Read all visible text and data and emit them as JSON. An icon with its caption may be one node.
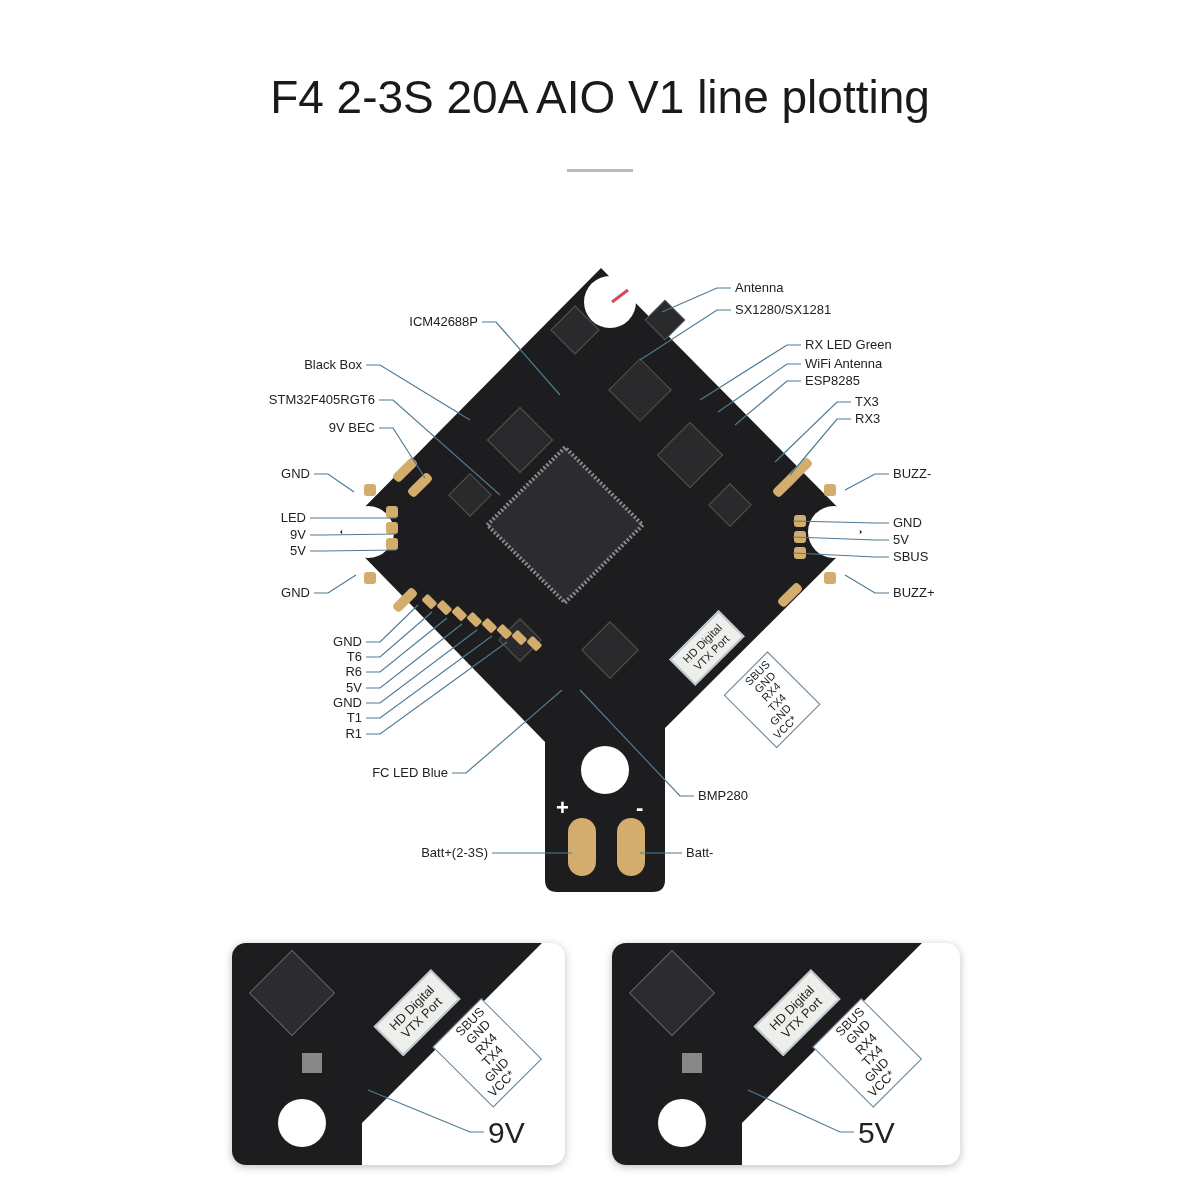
{
  "diagram": {
    "title": "F4 2-3S 20A AIO V1 line plotting",
    "nodes": [
      {
        "text": [
          "ICM42688P"
        ]
      },
      {
        "text": [
          "Antenna"
        ]
      },
      {
        "text": [
          "SX1280/SX1281"
        ]
      },
      {
        "text": [
          "RX LED Green"
        ]
      },
      {
        "text": [
          "Black Box"
        ]
      },
      {
        "text": [
          "WiFi Antenna"
        ]
      },
      {
        "text": [
          "ESP8285"
        ]
      },
      {
        "text": [
          "STM32F405RGT6"
        ]
      },
      {
        "text": [
          "TX3"
        ]
      },
      {
        "text": [
          "RX3"
        ]
      },
      {
        "text": [
          "9V BEC"
        ]
      },
      {
        "text": [
          "GND"
        ]
      },
      {
        "text": [
          "BUZZ-"
        ]
      },
      {
        "text": [
          "LED"
        ]
      },
      {
        "text": [
          "GND"
        ]
      },
      {
        "text": [
          "9V"
        ]
      },
      {
        "text": [
          "5V"
        ]
      },
      {
        "text": [
          "5V"
        ]
      },
      {
        "text": [
          "SBUS"
        ]
      },
      {
        "text": [
          "GND"
        ]
      },
      {
        "text": [
          "BUZZ+"
        ]
      },
      {
        "text": [
          "GND"
        ]
      },
      {
        "text": [
          "T6"
        ]
      },
      {
        "text": [
          "R6"
        ]
      },
      {
        "text": [
          "5V"
        ]
      },
      {
        "text": [
          "GND"
        ]
      },
      {
        "text": [
          "T1"
        ]
      },
      {
        "text": [
          "R1"
        ]
      },
      {
        "text": [
          "FC LED Blue"
        ]
      },
      {
        "text": [
          "BMP280"
        ]
      },
      {
        "text": [
          "Batt+(2-3S)"
        ]
      },
      {
        "text": [
          "Batt-"
        ]
      },
      {
        "text": [
          "9V"
        ]
      },
      {
        "text": [
          "5V"
        ]
      }
    ],
    "edges": [
      {
        "from": 0,
        "to": null,
        "arrow": "none"
      },
      {
        "from": 1,
        "to": null,
        "arrow": "none"
      },
      {
        "from": 2,
        "to": null,
        "arrow": "none"
      },
      {
        "from": 3,
        "to": null,
        "arrow": "none"
      },
      {
        "from": 4,
        "to": null,
        "arrow": "none"
      },
      {
        "from": 5,
        "to": null,
        "arrow": "none"
      },
      {
        "from": 6,
        "to": null,
        "arrow": "none"
      },
      {
        "from": 7,
        "to": null,
        "arrow": "none"
      },
      {
        "from": 8,
        "to": null,
        "arrow": "none"
      },
      {
        "from": 9,
        "to": null,
        "arrow": "none"
      },
      {
        "from": 10,
        "to": null,
        "arrow": "none"
      },
      {
        "from": 11,
        "to": null,
        "arrow": "none"
      },
      {
        "from": 12,
        "to": null,
        "arrow": "none"
      },
      {
        "from": 13,
        "to": null,
        "arrow": "none"
      },
      {
        "from": 14,
        "to": null,
        "arrow": "none"
      },
      {
        "from": 15,
        "to": null,
        "arrow": "none"
      },
      {
        "from": 16,
        "to": null,
        "arrow": "none"
      },
      {
        "from": 17,
        "to": null,
        "arrow": "none"
      },
      {
        "from": 18,
        "to": null,
        "arrow": "none"
      },
      {
        "from": 19,
        "to": null,
        "arrow": "none"
      },
      {
        "from": 20,
        "to": null,
        "arrow": "none"
      },
      {
        "from": 21,
        "to": null,
        "arrow": "none"
      },
      {
        "from": 22,
        "to": null,
        "arrow": "none"
      },
      {
        "from": 23,
        "to": null,
        "arrow": "none"
      },
      {
        "from": 24,
        "to": null,
        "arrow": "none"
      },
      {
        "from": 25,
        "to": null,
        "arrow": "none"
      },
      {
        "from": 26,
        "to": null,
        "arrow": "none"
      },
      {
        "from": 27,
        "to": null,
        "arrow": "none"
      },
      {
        "from": 28,
        "to": null,
        "arrow": "none"
      },
      {
        "from": 29,
        "to": null,
        "arrow": "none"
      },
      {
        "from": 30,
        "to": null,
        "arrow": "none"
      },
      {
        "from": 31,
        "to": null,
        "arrow": "none"
      },
      {
        "from": 32,
        "to": null,
        "arrow": "none"
      },
      {
        "from": 33,
        "to": null,
        "arrow": "none"
      }
    ],
    "labels": [
      "HD Digital VTX Port",
      "SBUS",
      "GND",
      "RX4",
      "TX4",
      "GND",
      "VCC*",
      "+",
      "-",
      "HD Digital VTX Port",
      "SBUS",
      "GND",
      "RX4",
      "TX4",
      "GND",
      "VCC*",
      "HD Digital VTX Port",
      "SBUS",
      "GND",
      "RX4",
      "TX4",
      "GND",
      "VCC*"
    ]
  }
}
